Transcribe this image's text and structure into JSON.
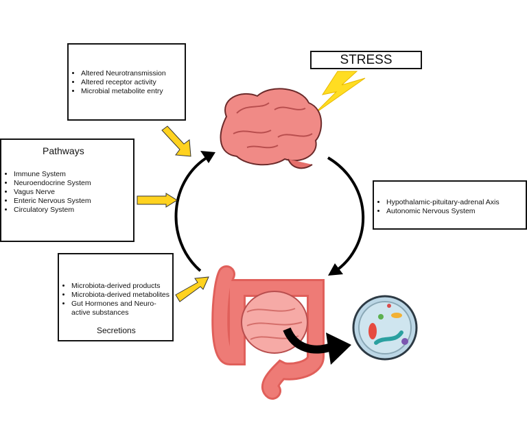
{
  "stress": {
    "label": "STRESS"
  },
  "top_box": {
    "items": [
      "Altered Neurotransmission",
      "Altered receptor activity",
      "Microbial metabolite entry"
    ]
  },
  "pathways_box": {
    "title": "Pathways",
    "items": [
      "Immune System",
      "Neuroendocrine System",
      "Vagus Nerve",
      "Enteric Nervous System",
      "Circulatory System"
    ]
  },
  "secretions_box": {
    "title": "Secretions",
    "items": [
      "Microbiota-derived products",
      "Microbiota-derived metabolites",
      "Gut Hormones and Neuro-active substances"
    ]
  },
  "hpa_box": {
    "items": [
      "Hypothalamic-pituitary-adrenal Axis",
      "Autonomic Nervous System"
    ]
  },
  "icons": [
    "synapse-icon",
    "membrane-receptor-icon",
    "immune-shield-icon",
    "neuron-icon",
    "blood-vessel-icon",
    "bacteria-icon",
    "molecule-icon",
    "lightning-bolt-icon",
    "brain-icon",
    "intestine-icon",
    "petri-dish-icon"
  ],
  "colors": {
    "brain": "#f08a86",
    "gut": "#ee7b76",
    "arrow_yellow": "#ffd21f",
    "bolt": "#ffdd22"
  }
}
